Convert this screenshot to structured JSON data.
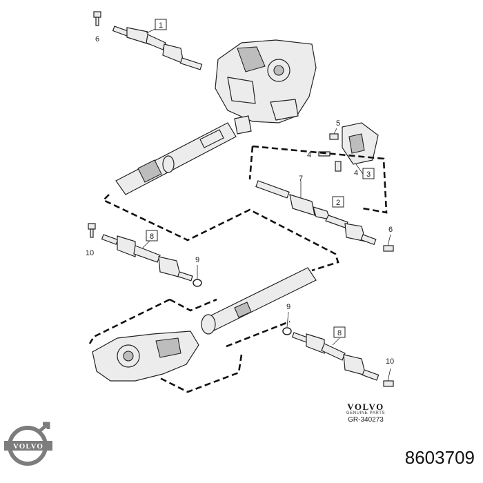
{
  "callouts": {
    "c1": "1",
    "c2": "2",
    "c3": "3",
    "c4a": "4",
    "c4b": "4",
    "c5": "5",
    "c6a": "6",
    "c6b": "6",
    "c7": "7",
    "c8a": "8",
    "c8b": "8",
    "c9a": "9",
    "c9b": "9",
    "c10a": "10",
    "c10b": "10"
  },
  "brand": {
    "name": "VOLVO",
    "subline": "GENUINE PARTS",
    "reference": "GR-340273"
  },
  "logo": {
    "lettering": "VOLVO",
    "color": "#7d7d7d"
  },
  "part_number": "8603709"
}
